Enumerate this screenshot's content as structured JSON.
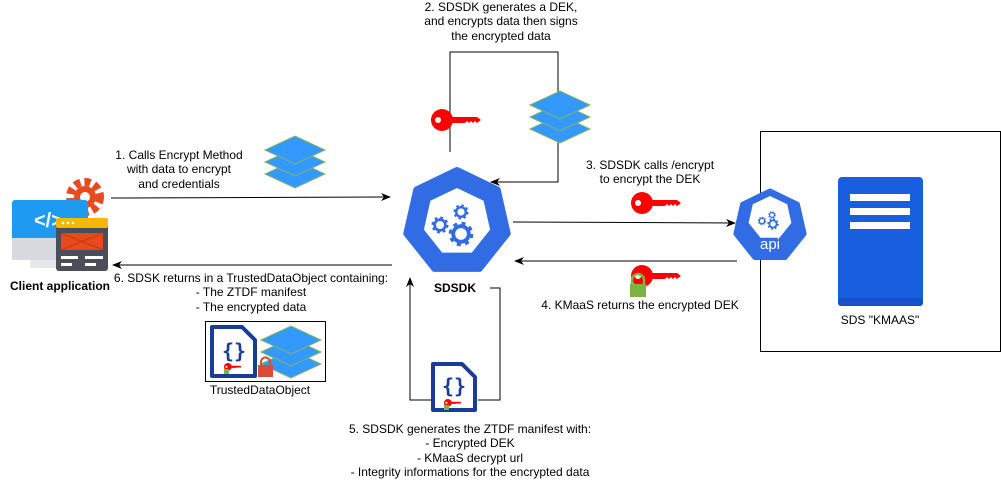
{
  "steps": {
    "step1": [
      "1. Calls Encrypt Method",
      "with data to encrypt",
      "and credentials"
    ],
    "step2": [
      "2. SDSDK generates a DEK,",
      "and encrypts data then signs",
      "the encrypted data"
    ],
    "step3": [
      "3. SDSDK calls /encrypt",
      "to encrypt the DEK"
    ],
    "step4": [
      "4. KMaaS returns the encrypted DEK"
    ],
    "step5": [
      "5. SDSDK generates the ZTDF manifest with:",
      "- Encrypted DEK",
      "- KMaaS decrypt url",
      "- Integrity informations for the encrypted data"
    ],
    "step6": [
      "6. SDSK returns in a TrustedDataObject containing:",
      "- The ZTDF manifest",
      "- The encrypted data"
    ]
  },
  "nodes": {
    "client": "Client application",
    "sdsdk": "SDSDK",
    "api": "api",
    "kmaas": "SDS \"KMAAS\"",
    "tdo": "TrustedDataObject"
  },
  "icons": {
    "client": "client-application-icon",
    "sdsdk": "gears-heptagon-icon",
    "api": "api-heptagon-icon",
    "server": "server-icon",
    "key": "key-icon",
    "locked_key": "locked-key-icon",
    "data": "layers-icon",
    "manifest": "json-document-icon",
    "lock": "lock-icon"
  },
  "colors": {
    "k8s_blue": "#326CE5",
    "server_blue": "#1A5EE0",
    "key_red": "#FF0000",
    "layers_blue": "#3399FF",
    "layers_edge": "#82B366",
    "manifest_navy": "#1A3C99",
    "lock_green": "#7CB342",
    "lock_red": "#D84B37"
  }
}
